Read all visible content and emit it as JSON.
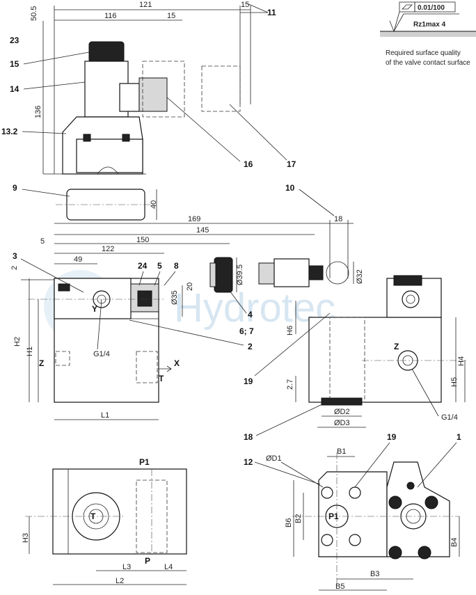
{
  "dimensions": {
    "d121": "121",
    "d50_5": "50.5",
    "d116": "116",
    "d15a": "15",
    "d15b": "15",
    "d136": "136",
    "d40": "40",
    "d169": "169",
    "d18": "18",
    "d145": "145",
    "d150": "150",
    "d5": "5",
    "d122": "122",
    "d49": "49",
    "d2a": "2",
    "d39_5": "Ø39.5",
    "d35": "Ø35",
    "d20": "20",
    "d32": "Ø32",
    "d2_7": "2.7",
    "H6": "H6",
    "H2": "H2",
    "H1": "H1",
    "H4": "H4",
    "H5": "H5",
    "L1": "L1",
    "L2": "L2",
    "L3": "L3",
    "L4": "L4",
    "H3": "H3",
    "D1": "ØD1",
    "D2": "ØD2",
    "D3": "ØD3",
    "B1": "B1",
    "B2": "B2",
    "B3": "B3",
    "B4": "B4",
    "B5": "B5",
    "B6": "B6"
  },
  "callouts": {
    "c11": "11",
    "c23": "23",
    "c15": "15",
    "c14": "14",
    "c13_2": "13.2",
    "c16": "16",
    "c17": "17",
    "c9": "9",
    "c10": "10",
    "c3": "3",
    "c24": "24",
    "c5": "5",
    "c8": "8",
    "c4": "4",
    "c6_7": "6; 7",
    "c2": "2",
    "c19a": "19",
    "c18": "18",
    "c19b": "19",
    "c1": "1",
    "c12": "12"
  },
  "port_labels": {
    "Y": "Y",
    "G1_4a": "G1/4",
    "Z1": "Z",
    "X": "X",
    "T1": "T",
    "Z2": "Z",
    "G1_4b": "G1/4",
    "P1a": "P1",
    "T2": "T",
    "P": "P",
    "P1b": "P1"
  },
  "surface": {
    "tolerance": "0.01/100",
    "roughness": "Rz1max 4",
    "note_line1": "Required surface quality",
    "note_line2": "of the valve contact surface"
  },
  "watermark": "Hydrotec"
}
